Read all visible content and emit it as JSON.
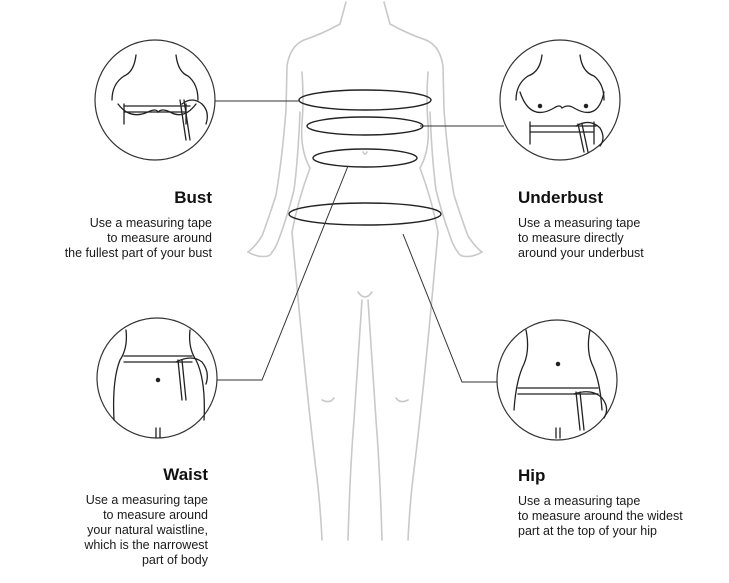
{
  "colors": {
    "body_outline": "#c9c9c9",
    "line": "#333333",
    "text": "#1a1a1a"
  },
  "sections": {
    "bust": {
      "title": "Bust",
      "lines": [
        "Use a measuring tape",
        "to measure around",
        "the fullest part of your bust"
      ]
    },
    "underbust": {
      "title": "Underbust",
      "lines": [
        "Use a measuring tape",
        "to measure directly",
        "around your underbust"
      ]
    },
    "waist": {
      "title": "Waist",
      "lines": [
        "Use a measuring tape",
        "to measure around",
        "your natural waistline,",
        "which is the narrowest",
        "part of body"
      ]
    },
    "hip": {
      "title": "Hip",
      "lines": [
        "Use a measuring tape",
        "to measure around the widest",
        "part at the top of your hip"
      ]
    }
  }
}
